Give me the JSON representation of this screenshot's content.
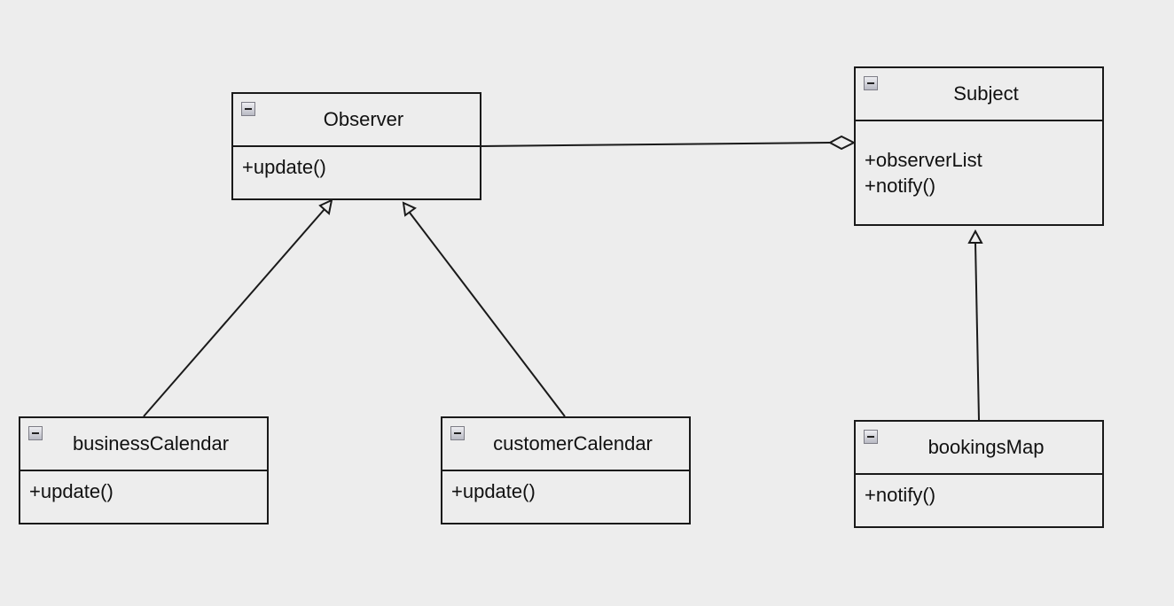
{
  "classes": {
    "observer": {
      "name": "Observer",
      "members": [
        "+update()"
      ]
    },
    "subject": {
      "name": "Subject",
      "members": [
        "+observerList",
        "+notify()"
      ]
    },
    "business_calendar": {
      "name": "businessCalendar",
      "members": [
        "+update()"
      ]
    },
    "customer_calendar": {
      "name": "customerCalendar",
      "members": [
        "+update()"
      ]
    },
    "bookings_map": {
      "name": "bookingsMap",
      "members": [
        "+notify()"
      ]
    }
  },
  "relationships": [
    {
      "type": "aggregation",
      "from": "Subject",
      "to": "Observer"
    },
    {
      "type": "generalization",
      "from": "businessCalendar",
      "to": "Observer"
    },
    {
      "type": "generalization",
      "from": "customerCalendar",
      "to": "Observer"
    },
    {
      "type": "generalization",
      "from": "bookingsMap",
      "to": "Subject"
    }
  ],
  "colors": {
    "background": "#ededed",
    "stroke": "#1a1a1a",
    "text": "#111111"
  },
  "icons": {
    "collapse": "collapse-minus-icon"
  }
}
